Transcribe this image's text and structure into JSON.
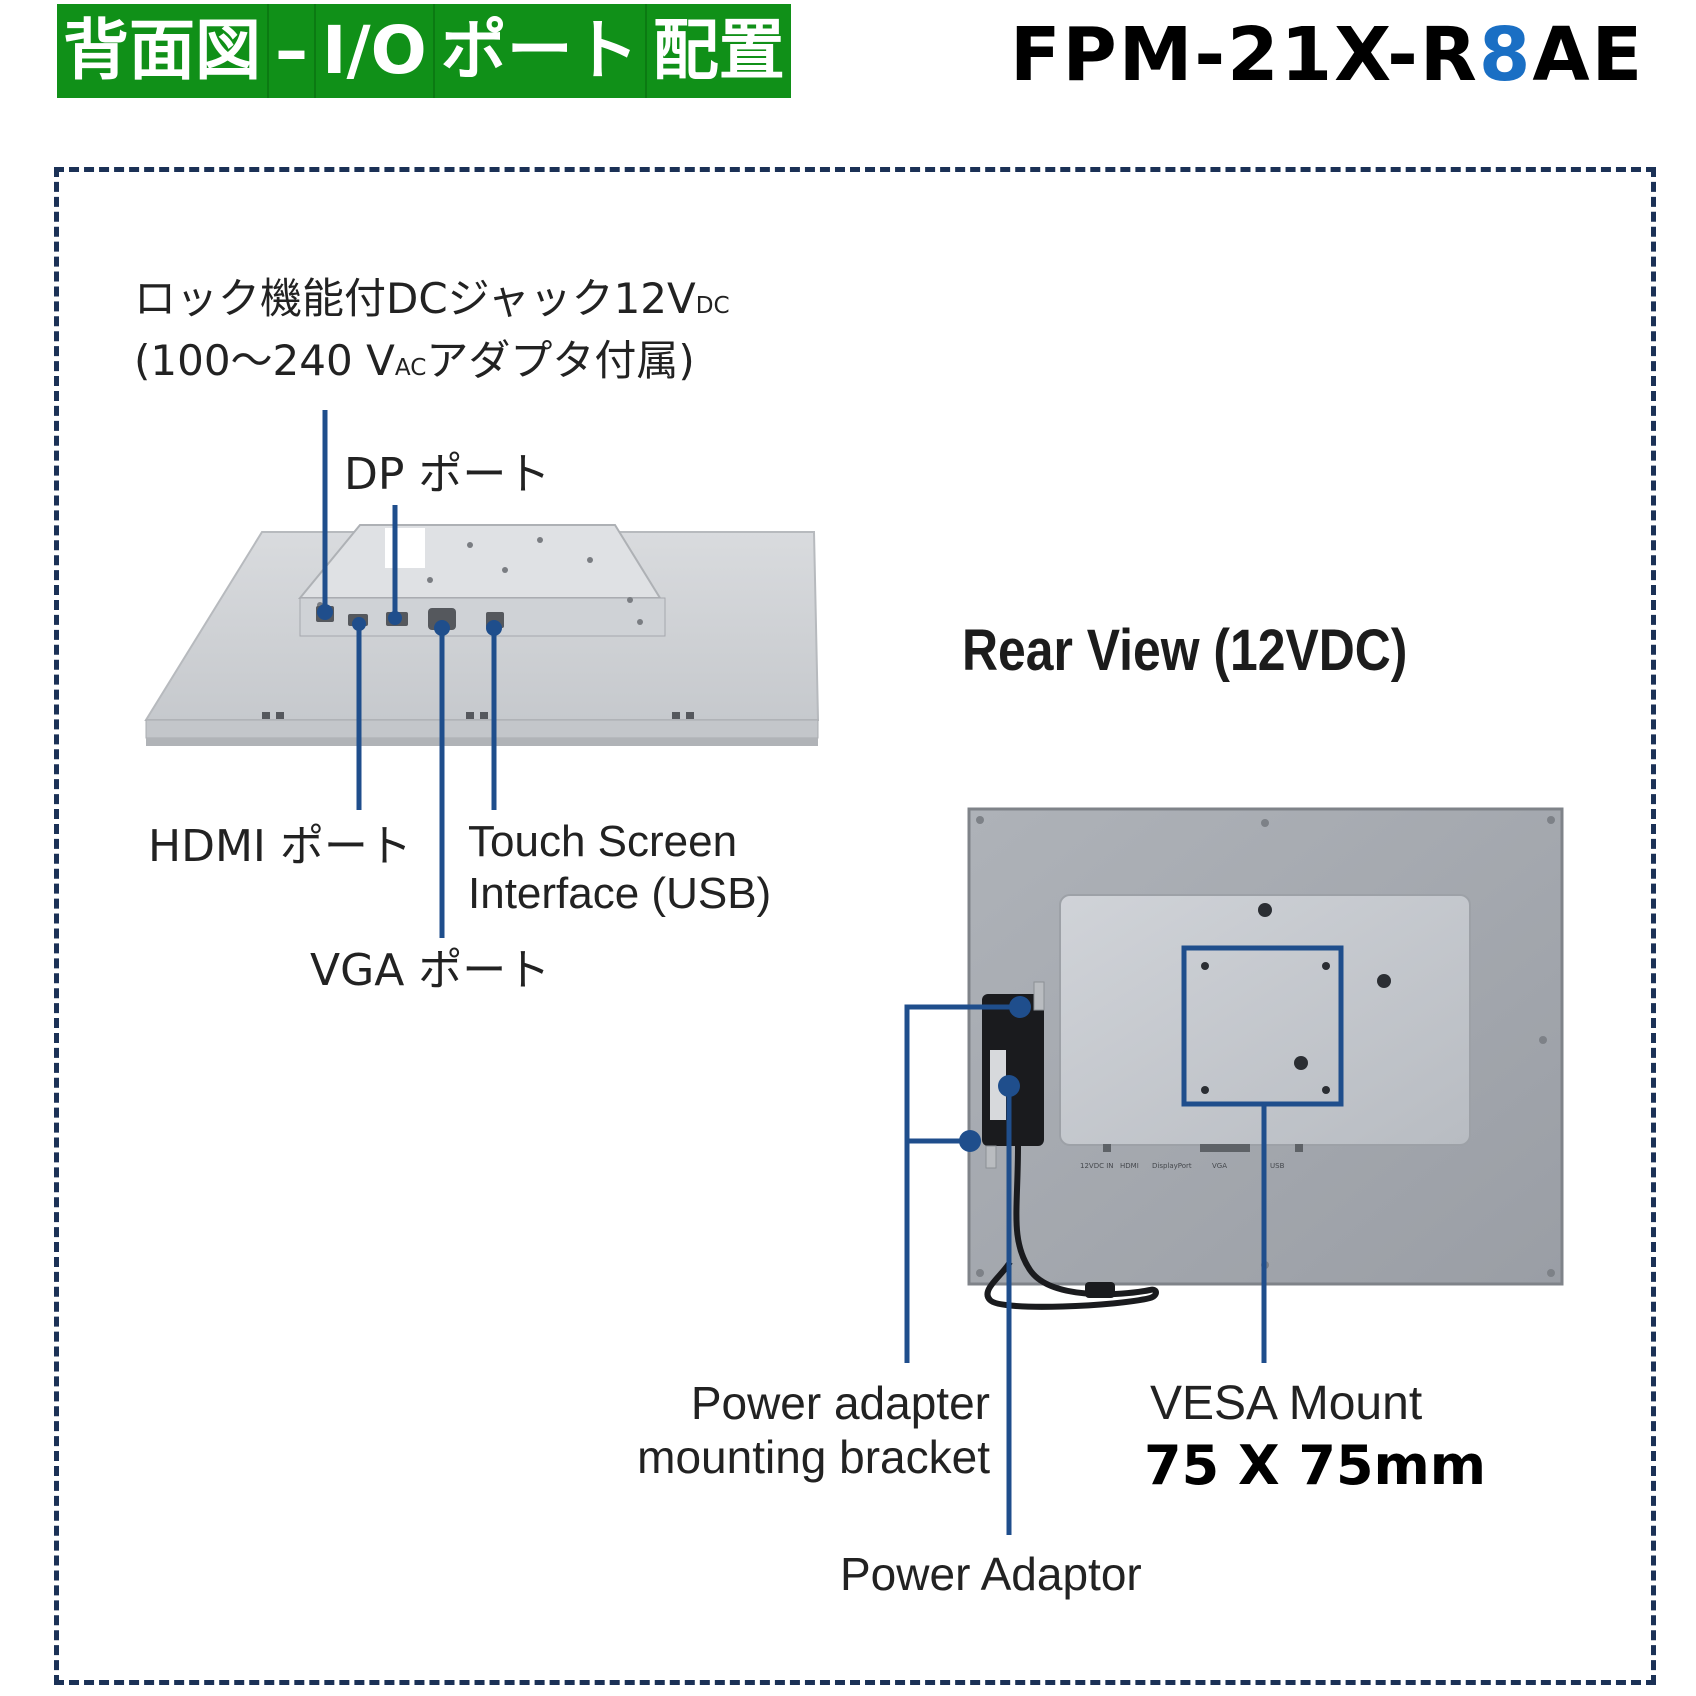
{
  "header": {
    "title_segments": [
      "背面図",
      "–",
      "I/O",
      "ポート",
      "配置"
    ],
    "model_prefix": "FPM-21X-R",
    "model_highlight": "8",
    "model_suffix": "AE"
  },
  "left_view": {
    "dc_jack_line1_main": "ロック機能付DCジャック12V",
    "dc_jack_line1_sub": "DC",
    "dc_jack_line2_pre": "(100〜240 V",
    "dc_jack_line2_sub": "AC",
    "dc_jack_line2_post": "アダプタ付属)",
    "dp_port": "DP ポート",
    "hdmi_port": "HDMI ポート",
    "touch_line1": "Touch Screen",
    "touch_line2": "Interface (USB)",
    "vga_port": "VGA ポート"
  },
  "right_view": {
    "title": "Rear View (12VDC)",
    "bracket_line1": "Power adapter",
    "bracket_line2": "mounting bracket",
    "vesa_line1": "VESA Mount",
    "vesa_line2": "75 X 75mm",
    "power_adaptor": "Power Adaptor",
    "port_labels": [
      "12VDC IN",
      "HDMI",
      "DisplayPort",
      "VGA",
      "USB"
    ]
  },
  "colors": {
    "title_bg": "#109018",
    "model_highlight": "#1a6fc4",
    "frame_border": "#1b3156",
    "callout_line": "#1f4e8c"
  }
}
